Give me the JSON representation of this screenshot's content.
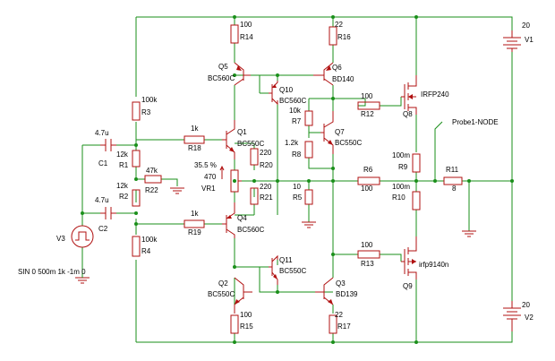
{
  "sources": {
    "V1": {
      "name": "V1",
      "value": "20"
    },
    "V2": {
      "name": "V2",
      "value": "20"
    },
    "V3": {
      "name": "V3",
      "value": "SIN 0 500m 1k -1m 0"
    }
  },
  "transistors": {
    "Q1": {
      "name": "Q1",
      "model": "BC550C"
    },
    "Q2": {
      "name": "Q2",
      "model": "BC550C"
    },
    "Q3": {
      "name": "Q3",
      "model": "BD139"
    },
    "Q4": {
      "name": "Q4",
      "model": "BC560C"
    },
    "Q5": {
      "name": "Q5",
      "model": "BC560C"
    },
    "Q6": {
      "name": "Q6",
      "model": "BD140"
    },
    "Q7": {
      "name": "Q7",
      "model": "BC550C"
    },
    "Q8": {
      "name": "Q8",
      "model": "IRFP240"
    },
    "Q9": {
      "name": "Q9",
      "model": "irfp9140n"
    },
    "Q10": {
      "name": "Q10",
      "model": "BC560C"
    },
    "Q11": {
      "name": "Q11",
      "model": "BC550C"
    }
  },
  "resistors": {
    "R1": {
      "name": "R1",
      "value": "12k"
    },
    "R2": {
      "name": "R2",
      "value": "12k"
    },
    "R3": {
      "name": "R3",
      "value": "100k"
    },
    "R4": {
      "name": "R4",
      "value": "100k"
    },
    "R5": {
      "name": "R5",
      "value": "10"
    },
    "R6": {
      "name": "R6",
      "value": "100"
    },
    "R7": {
      "name": "R7",
      "value": "10k"
    },
    "R8": {
      "name": "R8",
      "value": "1.2k"
    },
    "R9": {
      "name": "R9",
      "value": "100m"
    },
    "R10": {
      "name": "R10",
      "value": "100m"
    },
    "R11": {
      "name": "R11",
      "value": "8"
    },
    "R12": {
      "name": "R12",
      "value": "100"
    },
    "R13": {
      "name": "R13",
      "value": "100"
    },
    "R14": {
      "name": "R14",
      "value": "100"
    },
    "R15": {
      "name": "R15",
      "value": "100"
    },
    "R16": {
      "name": "R16",
      "value": "22"
    },
    "R17": {
      "name": "R17",
      "value": "22"
    },
    "R18": {
      "name": "R18",
      "value": "1k"
    },
    "R19": {
      "name": "R19",
      "value": "1k"
    },
    "R20": {
      "name": "R20",
      "value": "220"
    },
    "R21": {
      "name": "R21",
      "value": "220"
    },
    "R22": {
      "name": "R22",
      "value": "47k"
    }
  },
  "capacitors": {
    "C1": {
      "name": "C1",
      "value": "4.7u"
    },
    "C2": {
      "name": "C2",
      "value": "4.7u"
    }
  },
  "pot": {
    "name": "VR1",
    "value": "470",
    "setting": "35.5 %"
  },
  "probe": {
    "name": "Probe1-NODE"
  }
}
